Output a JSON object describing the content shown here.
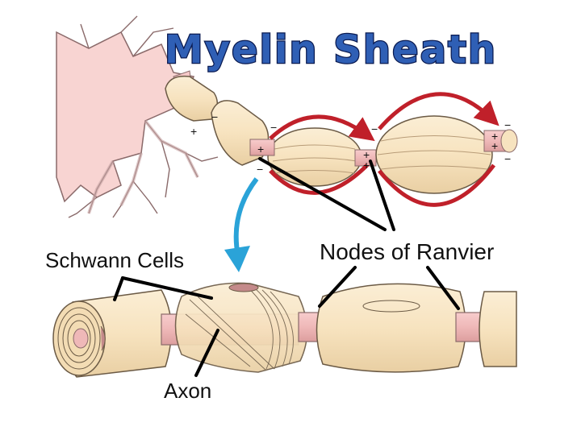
{
  "title": "Myelin Sheath",
  "labels": {
    "schwann_cells": "Schwann Cells",
    "nodes_of_ranvier": "Nodes of Ranvier",
    "axon": "Axon"
  },
  "charges": {
    "plus": "+",
    "minus": "−"
  },
  "colors": {
    "title_fill": "#2f5fb5",
    "title_stroke": "#0a1a50",
    "cell_body": "#f8d4d2",
    "cell_outline": "#8a6a6a",
    "myelin": "#f7e3bf",
    "myelin_outline": "#6b5a45",
    "axon": "#efb8b8",
    "arrow_red": "#c0202a",
    "arrow_blue": "#2aa3d8",
    "leader_line": "#000000"
  }
}
